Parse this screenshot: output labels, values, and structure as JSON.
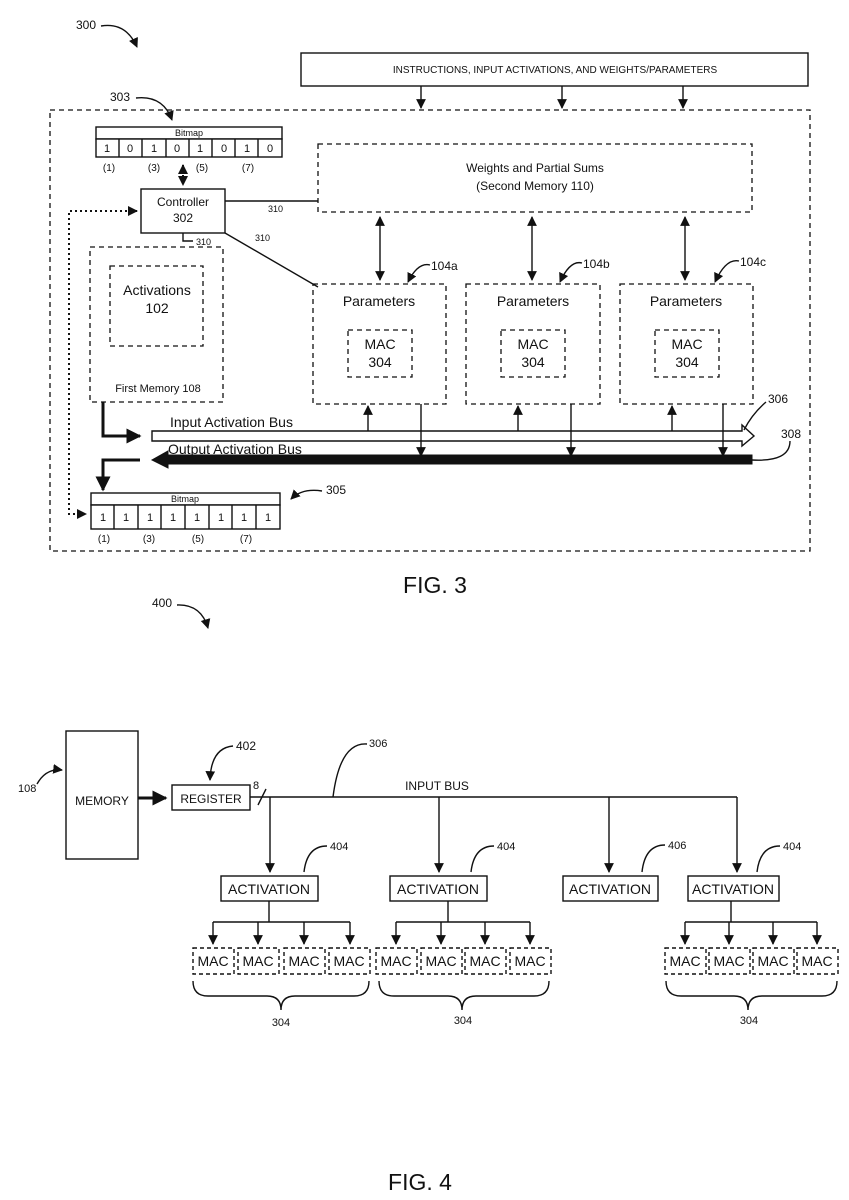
{
  "fig3": {
    "ref": "300",
    "caption": "FIG. 3",
    "instructions": "INSTRUCTIONS, INPUT ACTIVATIONS, AND WEIGHTS/PARAMETERS",
    "bitmap_top": {
      "ref": "303",
      "title": "Bitmap",
      "bits": [
        "1",
        "0",
        "1",
        "0",
        "1",
        "0",
        "1",
        "0"
      ],
      "index_labels": [
        "(1)",
        "(3)",
        "(5)",
        "(7)"
      ]
    },
    "controller": {
      "name": "Controller",
      "number": "302"
    },
    "weights": {
      "line1": "Weights and Partial Sums",
      "line2": "(Second Memory 110)"
    },
    "conn_labels": [
      "310",
      "310",
      "310"
    ],
    "activations": {
      "name": "Activations",
      "number": "102"
    },
    "first_memory": "First Memory 108",
    "pe_units": [
      {
        "ref": "104a",
        "title": "Parameters",
        "mac": "MAC",
        "mac_ref": "304"
      },
      {
        "ref": "104b",
        "title": "Parameters",
        "mac": "MAC",
        "mac_ref": "304"
      },
      {
        "ref": "104c",
        "title": "Parameters",
        "mac": "MAC",
        "mac_ref": "304"
      }
    ],
    "input_bus": {
      "label": "Input Activation Bus",
      "ref": "306"
    },
    "output_bus": {
      "label": "Output Activation Bus",
      "ref": "308"
    },
    "bitmap_bottom": {
      "ref": "305",
      "title": "Bitmap",
      "bits": [
        "1",
        "1",
        "1",
        "1",
        "1",
        "1",
        "1",
        "1"
      ],
      "index_labels": [
        "(1)",
        "(3)",
        "(5)",
        "(7)"
      ]
    }
  },
  "fig4": {
    "ref": "400",
    "caption": "FIG. 4",
    "memory": {
      "label": "MEMORY",
      "ref": "108"
    },
    "register": {
      "label": "REGISTER",
      "ref": "402"
    },
    "bus_width": "8",
    "bus": {
      "label": "INPUT BUS",
      "ref": "306"
    },
    "groups": [
      {
        "activation": "ACTIVATION",
        "ref": "404",
        "macs": [
          "MAC",
          "MAC",
          "MAC",
          "MAC"
        ],
        "brace_ref": "304"
      },
      {
        "activation": "ACTIVATION",
        "ref": "404",
        "macs": [
          "MAC",
          "MAC",
          "MAC",
          "MAC"
        ],
        "brace_ref": "304"
      },
      {
        "activation": "ACTIVATION",
        "ref": "406"
      },
      {
        "activation": "ACTIVATION",
        "ref": "404",
        "macs": [
          "MAC",
          "MAC",
          "MAC",
          "MAC"
        ],
        "brace_ref": "304"
      }
    ]
  }
}
